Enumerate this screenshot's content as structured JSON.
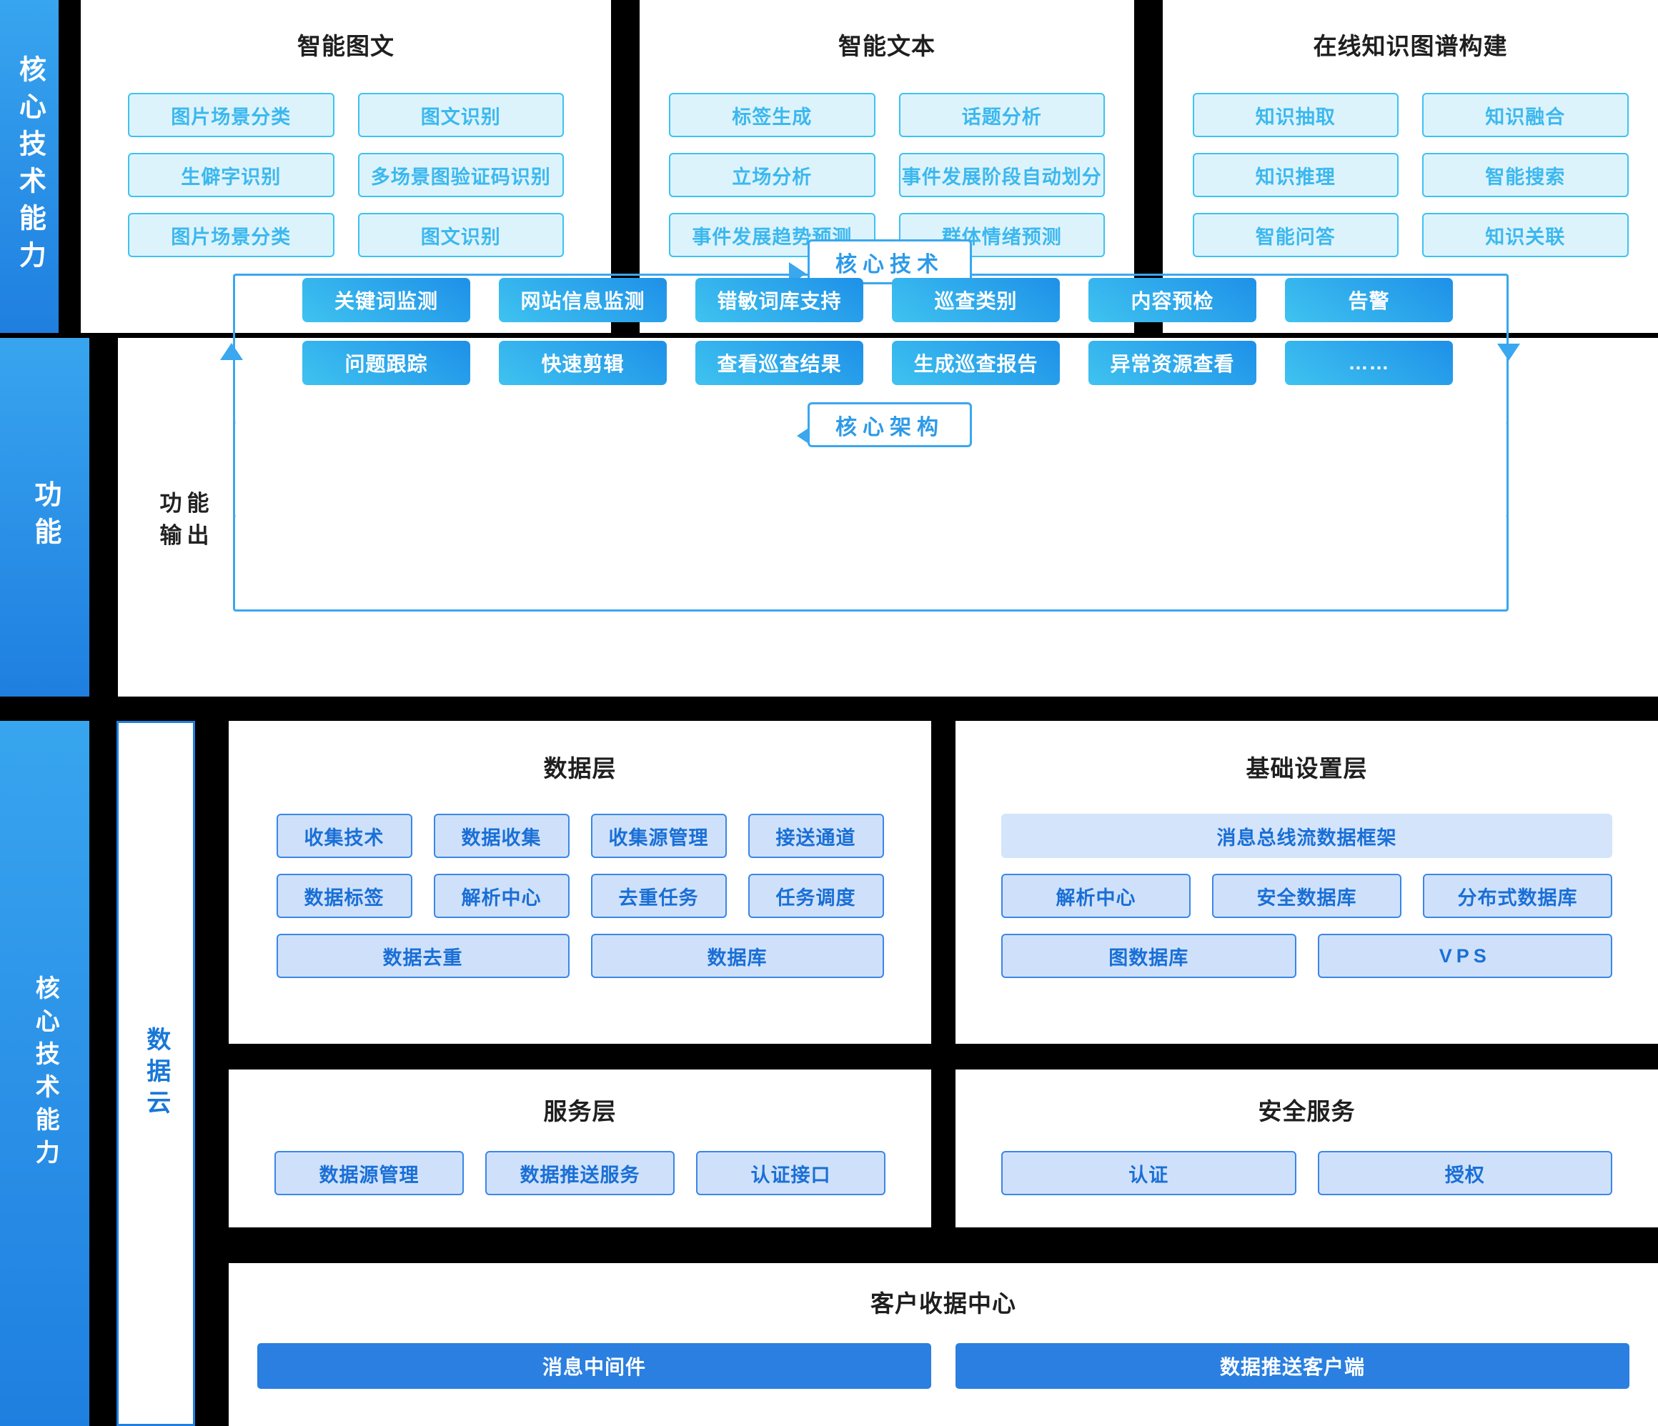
{
  "rails": {
    "core_tech_top": "核心技术能力",
    "function": "功能",
    "core_tech_bottom": "核心技术能力",
    "data_cloud": "数据云"
  },
  "top_row": {
    "panels": [
      {
        "title": "智能图文",
        "items": [
          "图片场景分类",
          "图文识别",
          "生僻字识别",
          "多场景图验证码识别",
          "图片场景分类",
          "图文识别"
        ]
      },
      {
        "title": "智能文本",
        "items": [
          "标签生成",
          "话题分析",
          "立场分析",
          "事件发展阶段自动划分",
          "事件发展趋势预测",
          "群体情绪预测"
        ]
      },
      {
        "title": "在线知识图谱构建",
        "items": [
          "知识抽取",
          "知识融合",
          "知识推理",
          "智能搜索",
          "智能问答",
          "知识关联"
        ]
      }
    ]
  },
  "middle": {
    "output_label": "功能输出",
    "node_top": "核心技术",
    "node_bottom": "核心架构",
    "items": [
      "关键词监测",
      "网站信息监测",
      "错敏词库支持",
      "巡查类别",
      "内容预检",
      "告警",
      "问题跟踪",
      "快速剪辑",
      "查看巡查结果",
      "生成巡查报告",
      "异常资源查看",
      "……"
    ]
  },
  "bottom": {
    "data_layer": {
      "title": "数据层",
      "row1": [
        "收集技术",
        "数据收集",
        "收集源管理",
        "接送通道"
      ],
      "row2": [
        "数据标签",
        "解析中心",
        "去重任务",
        "任务调度"
      ],
      "row3": [
        "数据去重",
        "数据库"
      ]
    },
    "infra_layer": {
      "title": "基础设置层",
      "banner": "消息总线流数据框架",
      "row1": [
        "解析中心",
        "安全数据库",
        "分布式数据库"
      ],
      "row2": [
        "图数据库",
        "VPS"
      ]
    },
    "service_layer": {
      "title": "服务层",
      "items": [
        "数据源管理",
        "数据推送服务",
        "认证接口"
      ]
    },
    "security_service": {
      "title": "安全服务",
      "items": [
        "认证",
        "授权"
      ]
    },
    "client_center": {
      "title": "客户收据中心",
      "items": [
        "消息中间件",
        "数据推送客户端"
      ]
    }
  },
  "colors": {
    "rail_blue": "#2a8ae5",
    "cyan_accent": "#3cc3f2",
    "blue_accent": "#3b86e8",
    "solid_blue": "#2a7fe0"
  }
}
